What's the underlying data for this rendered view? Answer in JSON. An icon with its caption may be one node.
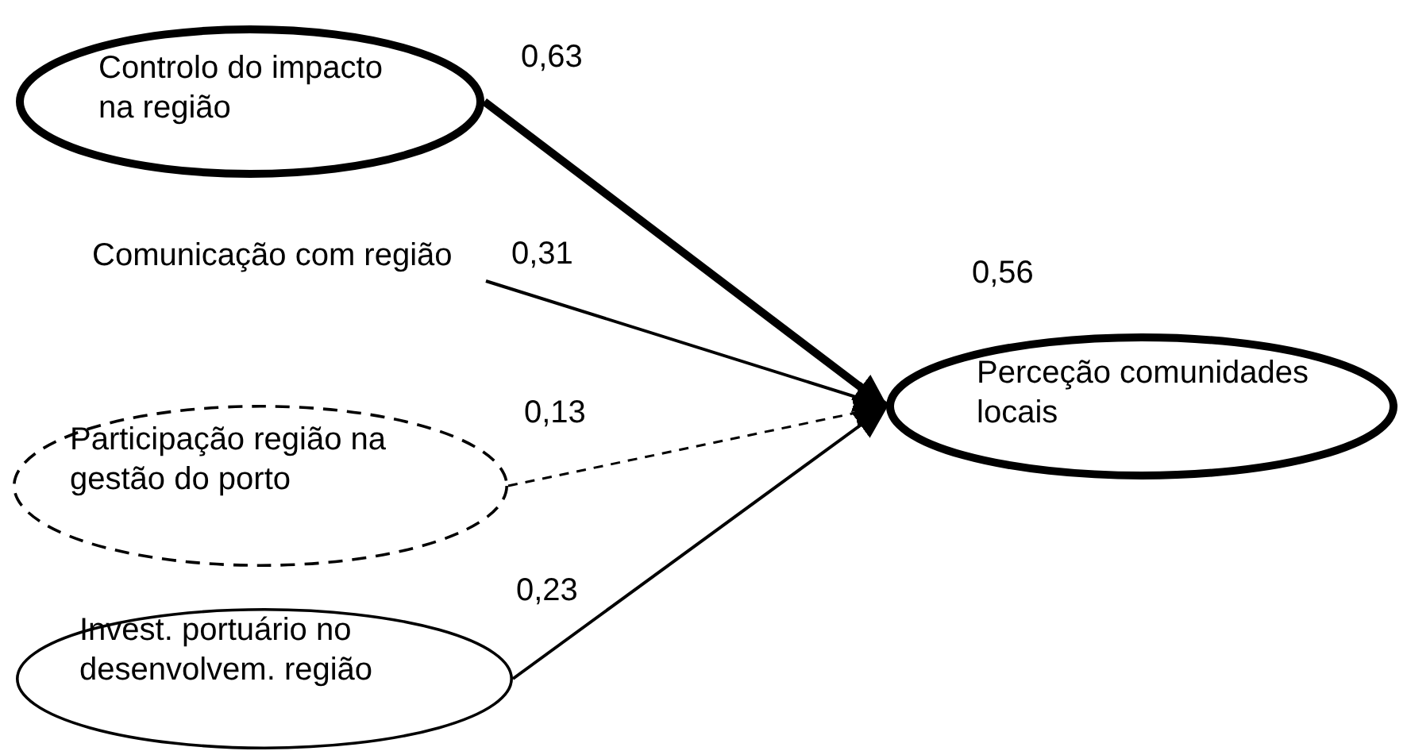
{
  "diagram": {
    "nodes": [
      {
        "text": [
          "Controlo do impacto na região"
        ]
      },
      {
        "text": [
          "Comunicação com região"
        ]
      },
      {
        "text": [
          "Participação região na gestão do porto"
        ]
      },
      {
        "text": [
          "Invest. portuário no desenvolvem. região"
        ]
      },
      {
        "text": [
          "Perceção comunidades locais"
        ],
        "beside": [
          "0,56"
        ]
      }
    ],
    "edges": [
      {
        "from": 0,
        "to": 4,
        "arrow": "to",
        "style": "thick"
      },
      {
        "from": 1,
        "to": 4,
        "arrow": "to"
      },
      {
        "from": 2,
        "to": 4,
        "arrow": "to",
        "style": "dashed"
      },
      {
        "from": 3,
        "to": 4,
        "arrow": "to"
      }
    ],
    "labels": [
      "0,63",
      "0,31",
      "0,13",
      "0,23"
    ]
  }
}
